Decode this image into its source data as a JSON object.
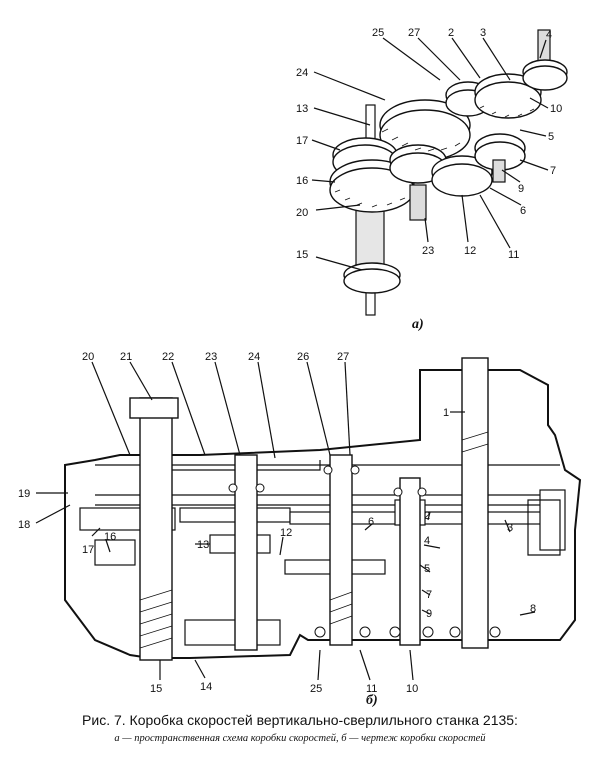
{
  "figure_a": {
    "subfigure_label": "а)",
    "labels": [
      {
        "id": "a-4",
        "text": "4"
      },
      {
        "id": "a-25",
        "text": "25"
      },
      {
        "id": "a-27",
        "text": "27"
      },
      {
        "id": "a-2",
        "text": "2"
      },
      {
        "id": "a-3",
        "text": "3"
      },
      {
        "id": "a-24",
        "text": "24"
      },
      {
        "id": "a-10",
        "text": "10"
      },
      {
        "id": "a-13",
        "text": "13"
      },
      {
        "id": "a-5",
        "text": "5"
      },
      {
        "id": "a-17",
        "text": "17"
      },
      {
        "id": "a-7",
        "text": "7"
      },
      {
        "id": "a-9",
        "text": "9"
      },
      {
        "id": "a-16",
        "text": "16"
      },
      {
        "id": "a-6",
        "text": "6"
      },
      {
        "id": "a-20",
        "text": "20"
      },
      {
        "id": "a-23",
        "text": "23"
      },
      {
        "id": "a-12",
        "text": "12"
      },
      {
        "id": "a-11",
        "text": "11"
      },
      {
        "id": "a-15",
        "text": "15"
      }
    ]
  },
  "figure_b": {
    "subfigure_label": "б)",
    "labels": [
      {
        "id": "b-20",
        "text": "20"
      },
      {
        "id": "b-21",
        "text": "21"
      },
      {
        "id": "b-22",
        "text": "22"
      },
      {
        "id": "b-23",
        "text": "23"
      },
      {
        "id": "b-24",
        "text": "24"
      },
      {
        "id": "b-26",
        "text": "26"
      },
      {
        "id": "b-27",
        "text": "27"
      },
      {
        "id": "b-1",
        "text": "1"
      },
      {
        "id": "b-19",
        "text": "19"
      },
      {
        "id": "b-18",
        "text": "18"
      },
      {
        "id": "b-17",
        "text": "17"
      },
      {
        "id": "b-16",
        "text": "16"
      },
      {
        "id": "b-13",
        "text": "13"
      },
      {
        "id": "b-12",
        "text": "12"
      },
      {
        "id": "b-6",
        "text": "6"
      },
      {
        "id": "b-2",
        "text": "2"
      },
      {
        "id": "b-3",
        "text": "3"
      },
      {
        "id": "b-4",
        "text": "4"
      },
      {
        "id": "b-5",
        "text": "5"
      },
      {
        "id": "b-7",
        "text": "7"
      },
      {
        "id": "b-9",
        "text": "9"
      },
      {
        "id": "b-8",
        "text": "8"
      },
      {
        "id": "b-15",
        "text": "15"
      },
      {
        "id": "b-14",
        "text": "14"
      },
      {
        "id": "b-25",
        "text": "25"
      },
      {
        "id": "b-11",
        "text": "11"
      },
      {
        "id": "b-10",
        "text": "10"
      }
    ]
  },
  "caption": {
    "title": "Рис. 7. Коробка скоростей вертикально-сверлильного станка 2135:",
    "legend": "а — пространственная схема коробки скоростей, б — чертеж коробки скоростей"
  }
}
